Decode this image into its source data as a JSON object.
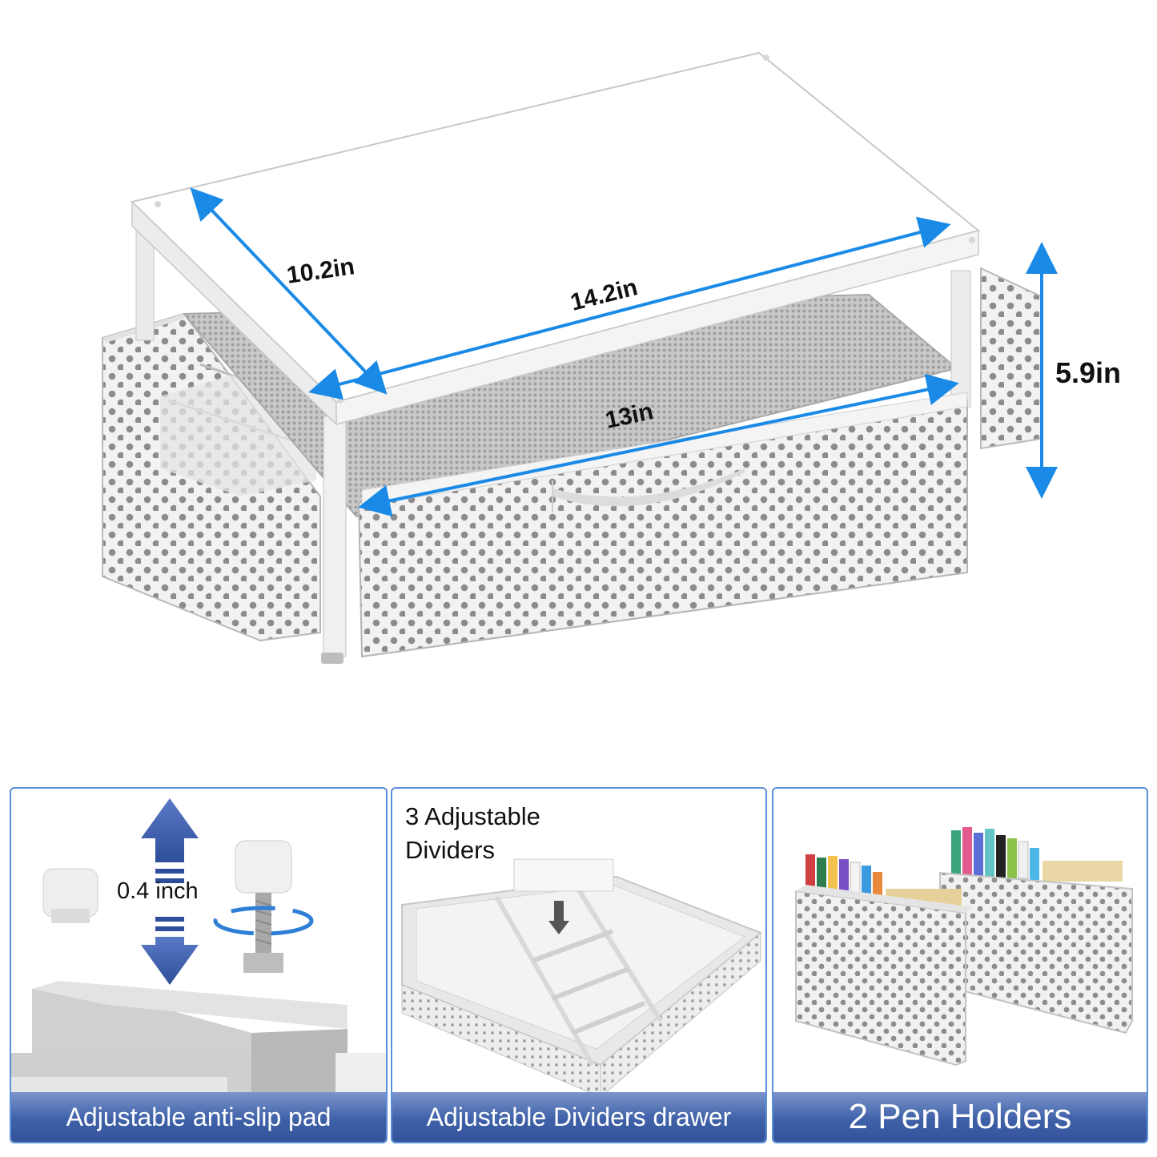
{
  "dimensions": {
    "depth": "10.2in",
    "width": "14.2in",
    "inner_width": "13in",
    "height": "5.9in"
  },
  "panels": [
    {
      "caption": "Adjustable anti-slip pad",
      "measure_label": "0.4 inch"
    },
    {
      "caption": "Adjustable Dividers drawer",
      "heading_line1": "3 Adjustable",
      "heading_line2": "Dividers"
    },
    {
      "caption": "2 Pen Holders"
    }
  ],
  "colors": {
    "arrow_blue": "#1a8ae6",
    "caption_blue": "#3f61a8",
    "panel_border": "#5b8fd8"
  }
}
